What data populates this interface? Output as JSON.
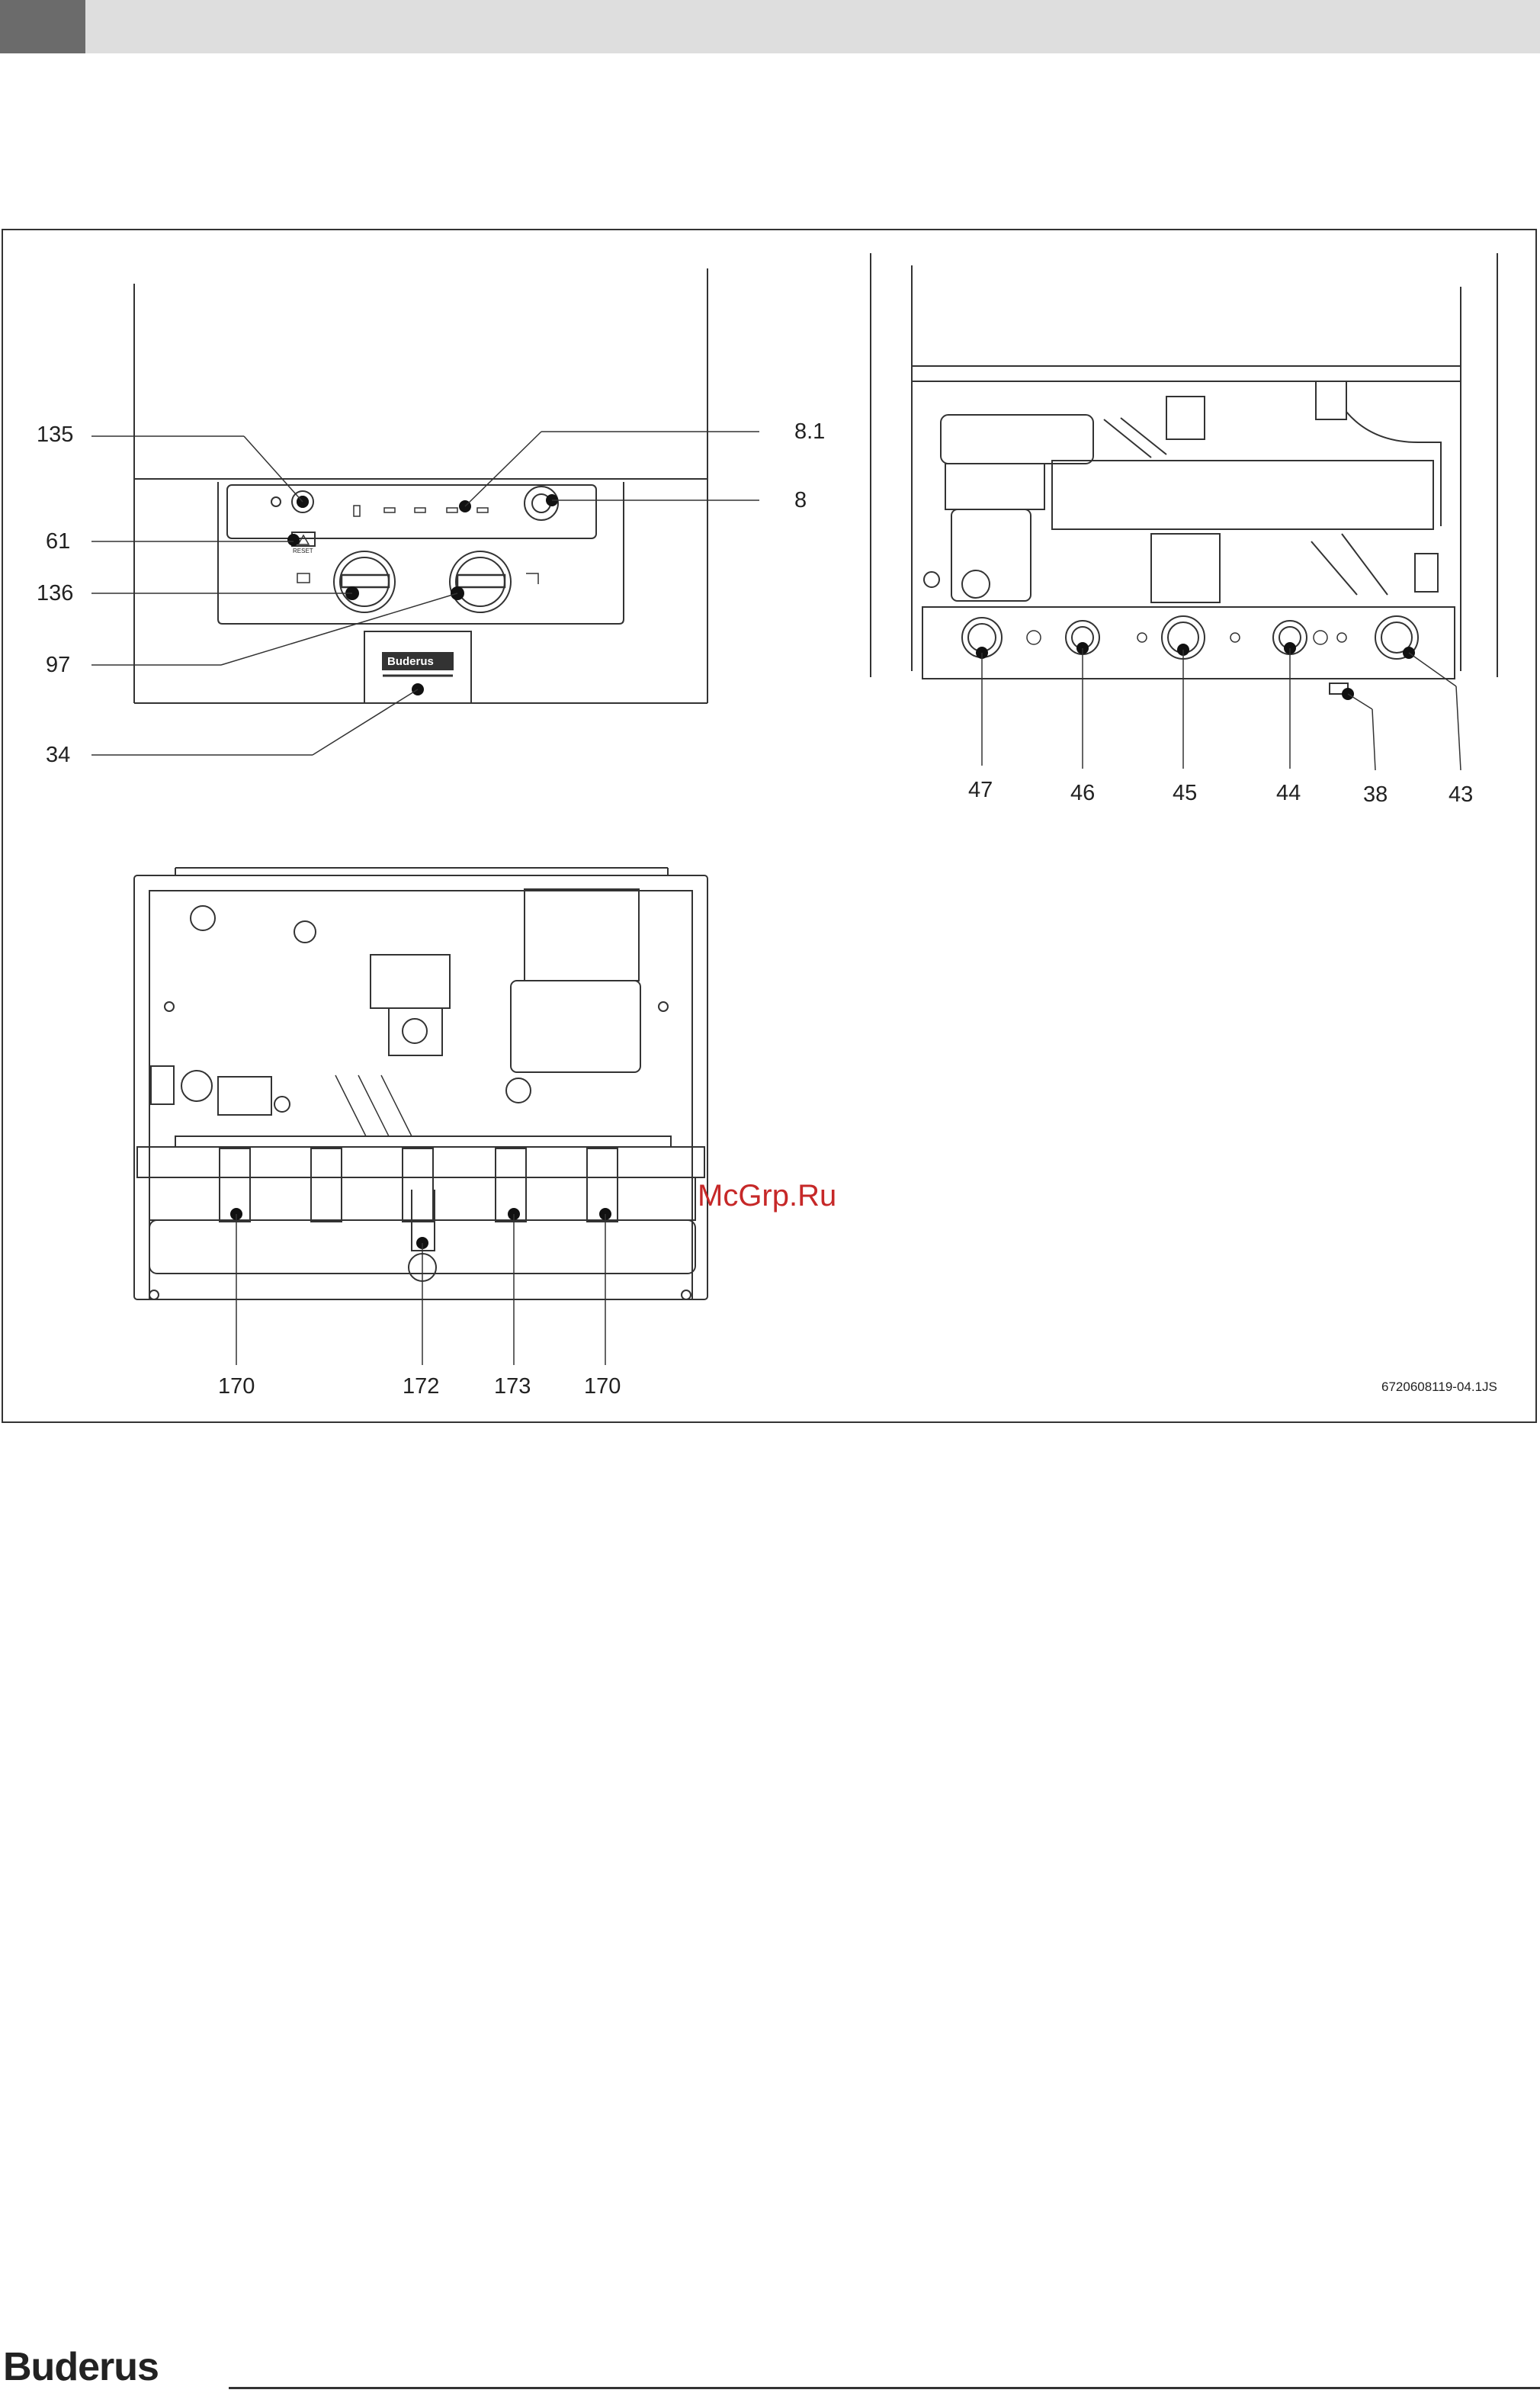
{
  "figure": {
    "id_text": "6720608119-04.1JS",
    "front_view": {
      "labels": {
        "l135": "135",
        "l61": "61",
        "l136": "136",
        "l97": "97",
        "l34": "34",
        "l8_1": "8.1",
        "l8": "8"
      },
      "panel_brand": "Buderus",
      "reset_text": "RESET"
    },
    "connections_view": {
      "labels": {
        "l47": "47",
        "l46": "46",
        "l45": "45",
        "l44": "44",
        "l38": "38",
        "l43": "43"
      }
    },
    "bottom_view": {
      "labels": {
        "l170a": "170",
        "l172": "172",
        "l173": "173",
        "l170b": "170"
      }
    }
  },
  "watermark": "McGrp.Ru",
  "footer": {
    "brand": "Buderus"
  }
}
